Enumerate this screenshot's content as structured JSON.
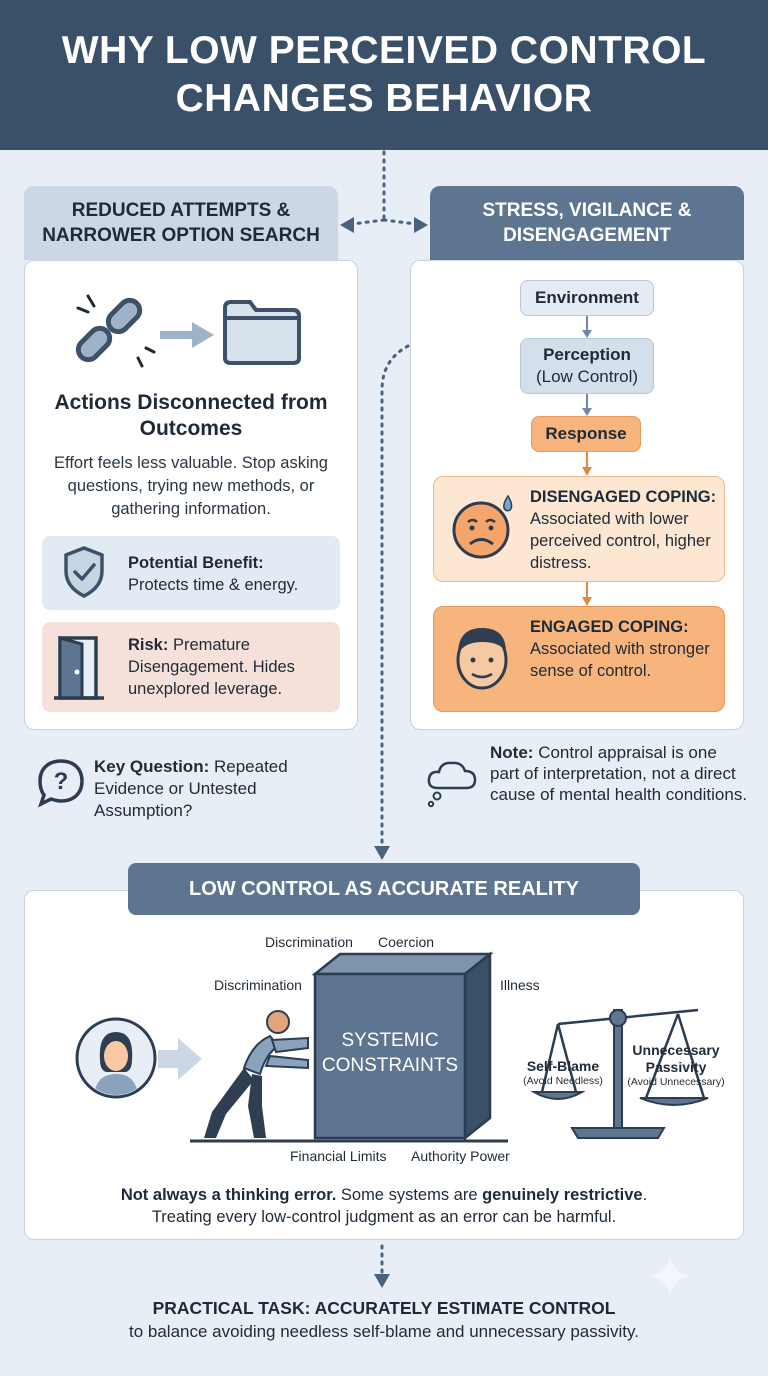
{
  "header": {
    "title": "WHY LOW PERCEIVED CONTROL CHANGES BEHAVIOR"
  },
  "left_panel": {
    "tab_title": "REDUCED ATTEMPTS & NARROWER OPTION SEARCH",
    "lead_title": "Actions Disconnected from Outcomes",
    "lead_body": "Effort feels less valuable. Stop asking questions, trying new methods, or gathering information.",
    "benefit": {
      "label": "Potential Benefit:",
      "text": "Protects time & energy."
    },
    "risk": {
      "label": "Risk:",
      "text": "Premature Disengagement. Hides unexplored leverage."
    },
    "key_question": {
      "label": "Key Question:",
      "text": "Repeated Evidence or Untested Assumption?"
    }
  },
  "right_panel": {
    "tab_title": "STRESS, VIGILANCE & DISENGAGEMENT",
    "flow": {
      "environment": "Environment",
      "perception": "Perception",
      "perception_sub": "(Low Control)",
      "response": "Response"
    },
    "disengaged": {
      "title": "DISENGAGED COPING:",
      "text": "Associated with lower perceived control, higher distress."
    },
    "engaged": {
      "title": "ENGAGED COPING:",
      "text": "Associated with stronger sense of control."
    },
    "note": {
      "label": "Note:",
      "text": "Control appraisal is one part of interpretation, not a direct cause of mental health conditions."
    }
  },
  "bottom_panel": {
    "tab_title": "LOW CONTROL AS ACCURATE REALITY",
    "box_label_1": "SYSTEMIC",
    "box_label_2": "CONSTRAINTS",
    "labels": {
      "top_left": "Discrimination",
      "top_right": "Coercion",
      "left": "Discrimination",
      "right": "Illness",
      "bottom_left": "Financial Limits",
      "bottom_right": "Authority Power"
    },
    "scale": {
      "left_title": "Self-Blame",
      "left_sub": "(Avoid Needless)",
      "right_title_1": "Unnecessary",
      "right_title_2": "Passivity",
      "right_sub": "(Avoid Unnecessary)"
    },
    "text_bold_1": "Not always a thinking error.",
    "text_1": " Some systems are ",
    "text_bold_2": "genuinely restrictive",
    "text_2": ".",
    "text_3": "Treating every low-control judgment as an error can be harmful."
  },
  "practical": {
    "title": "PRACTICAL TASK: ACCURATELY ESTIMATE CONTROL",
    "body": "to balance avoiding needless self-blame and unnecessary passivity."
  },
  "colors": {
    "header": "#3a5068",
    "slate": "#5d7590",
    "light_blue": "#cbd7e4",
    "orange": "#f7b57d",
    "peach": "#fde7d2",
    "risk_bg": "#f6e1da"
  },
  "icons": [
    "broken-chain-icon",
    "folder-icon",
    "shield-check-icon",
    "open-door-icon",
    "question-bubble-icon",
    "worried-face-icon",
    "calm-face-icon",
    "thought-cloud-icon",
    "person-avatar-icon",
    "pushing-person-icon",
    "balance-scale-icon",
    "sparkle-icon"
  ]
}
